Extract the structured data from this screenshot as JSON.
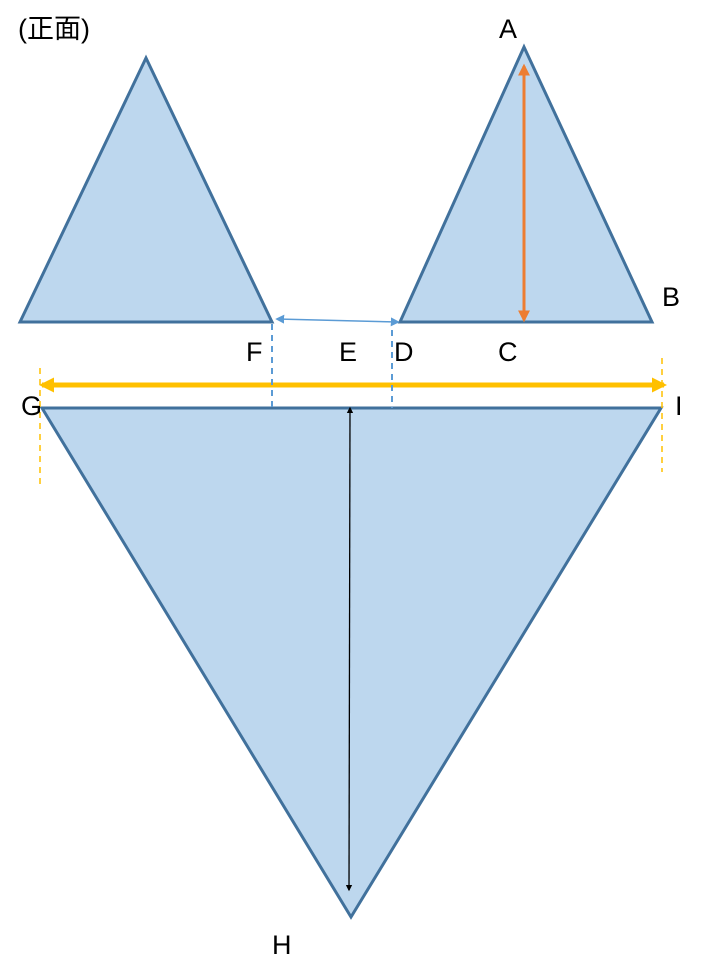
{
  "title": "(正面)",
  "labels": {
    "A": "A",
    "B": "B",
    "C": "C",
    "D": "D",
    "E": "E",
    "F": "F",
    "G": "G",
    "H": "H",
    "I": "I"
  },
  "colors": {
    "shape_fill": "#bdd7ee",
    "shape_stroke": "#41719c",
    "height_arrow": "#ed7d31",
    "gap_arrow": "#5b9bd5",
    "width_arrow": "#ffc000",
    "depth_arrow": "#000000"
  }
}
